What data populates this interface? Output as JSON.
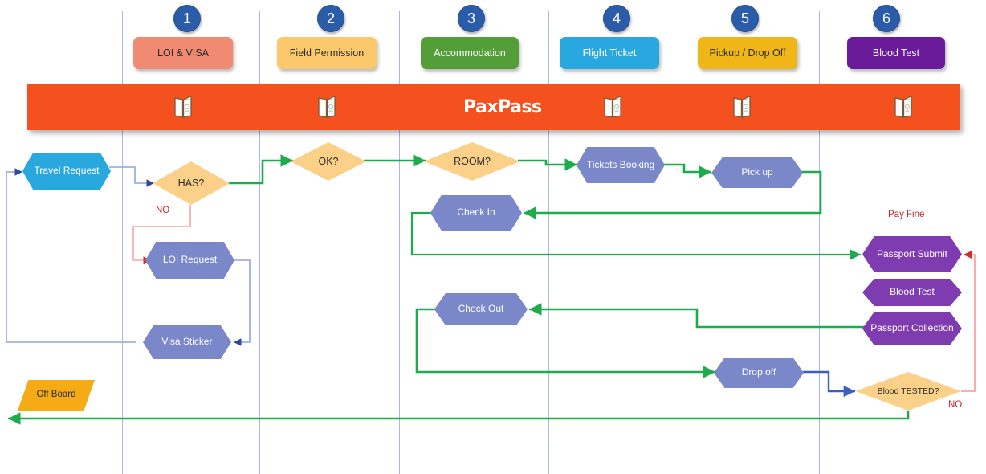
{
  "diagram": {
    "title": "PaxPass",
    "banner_color": "#f4511e",
    "lane_divider_color": "#a8b8e8"
  },
  "steps": [
    {
      "num": "1",
      "label": "LOI & VISA",
      "bg": "#f08a72",
      "fg": "#2b2b2b"
    },
    {
      "num": "2",
      "label": "Field Permission",
      "bg": "#fbc96b",
      "fg": "#2b2b2b"
    },
    {
      "num": "3",
      "label": "Accommodation",
      "bg": "#539e38",
      "fg": "#ffffff"
    },
    {
      "num": "4",
      "label": "Flight Ticket",
      "bg": "#29a8e0",
      "fg": "#ffffff"
    },
    {
      "num": "5",
      "label": "Pickup / Drop Off",
      "bg": "#f0b517",
      "fg": "#2b2b2b"
    },
    {
      "num": "6",
      "label": "Blood Test",
      "bg": "#6a1b9a",
      "fg": "#ffffff"
    }
  ],
  "nodes": {
    "travel_request": {
      "label": "Travel Request",
      "shape": "hexagon",
      "fill": "#29a8e0",
      "text": "#ffffff"
    },
    "has": {
      "label": "HAS?",
      "shape": "diamond",
      "fill": "#fbd18a",
      "text": "#2b2b2b"
    },
    "loi_request": {
      "label": "LOI Request",
      "shape": "hexagon",
      "fill": "#7a88c9",
      "text": "#ffffff"
    },
    "visa_sticker": {
      "label": "Visa Sticker",
      "shape": "hexagon",
      "fill": "#7a88c9",
      "text": "#ffffff"
    },
    "ok": {
      "label": "OK?",
      "shape": "diamond",
      "fill": "#fbd18a",
      "text": "#2b2b2b"
    },
    "room": {
      "label": "ROOM?",
      "shape": "diamond",
      "fill": "#fbd18a",
      "text": "#2b2b2b"
    },
    "check_in": {
      "label": "Check In",
      "shape": "hexagon",
      "fill": "#7a88c9",
      "text": "#ffffff"
    },
    "check_out": {
      "label": "Check Out",
      "shape": "hexagon",
      "fill": "#7a88c9",
      "text": "#ffffff"
    },
    "tickets_booking": {
      "label": "Tickets Booking",
      "shape": "hexagon",
      "fill": "#7a88c9",
      "text": "#ffffff"
    },
    "pick_up": {
      "label": "Pick up",
      "shape": "hexagon",
      "fill": "#7a88c9",
      "text": "#ffffff"
    },
    "drop_off": {
      "label": "Drop off",
      "shape": "hexagon",
      "fill": "#7a88c9",
      "text": "#ffffff"
    },
    "passport_submit": {
      "label": "Passport Submit",
      "shape": "hexagon",
      "fill": "#7e3cb0",
      "text": "#ffffff"
    },
    "blood_test": {
      "label": "Blood Test",
      "shape": "hexagon",
      "fill": "#7e3cb0",
      "text": "#ffffff"
    },
    "passport_collection": {
      "label": "Passport Collection",
      "shape": "hexagon",
      "fill": "#7e3cb0",
      "text": "#ffffff"
    },
    "blood_tested": {
      "label": "Blood TESTED?",
      "shape": "diamond",
      "fill": "#fbd18a",
      "text": "#2b2b2b"
    },
    "off_board": {
      "label": "Off Board",
      "shape": "parallelogram",
      "fill": "#f5ab16",
      "text": "#2b2b2b"
    }
  },
  "edge_labels": {
    "no_has": "NO",
    "pay_fine": "Pay Fine",
    "no_blood": "NO"
  },
  "colors": {
    "green_flow": "#1faa4b",
    "blue_flow": "#8fa6d8",
    "dark_blue_arrow": "#2b4a9b",
    "red_flow": "#f6a6a6",
    "red_text": "#c0272d",
    "strong_blue": "#3b5fc0"
  },
  "icons": {
    "passport": "passport-booklet-icon"
  },
  "lane_dividers_x": [
    152,
    323,
    497,
    683,
    844,
    1020
  ]
}
